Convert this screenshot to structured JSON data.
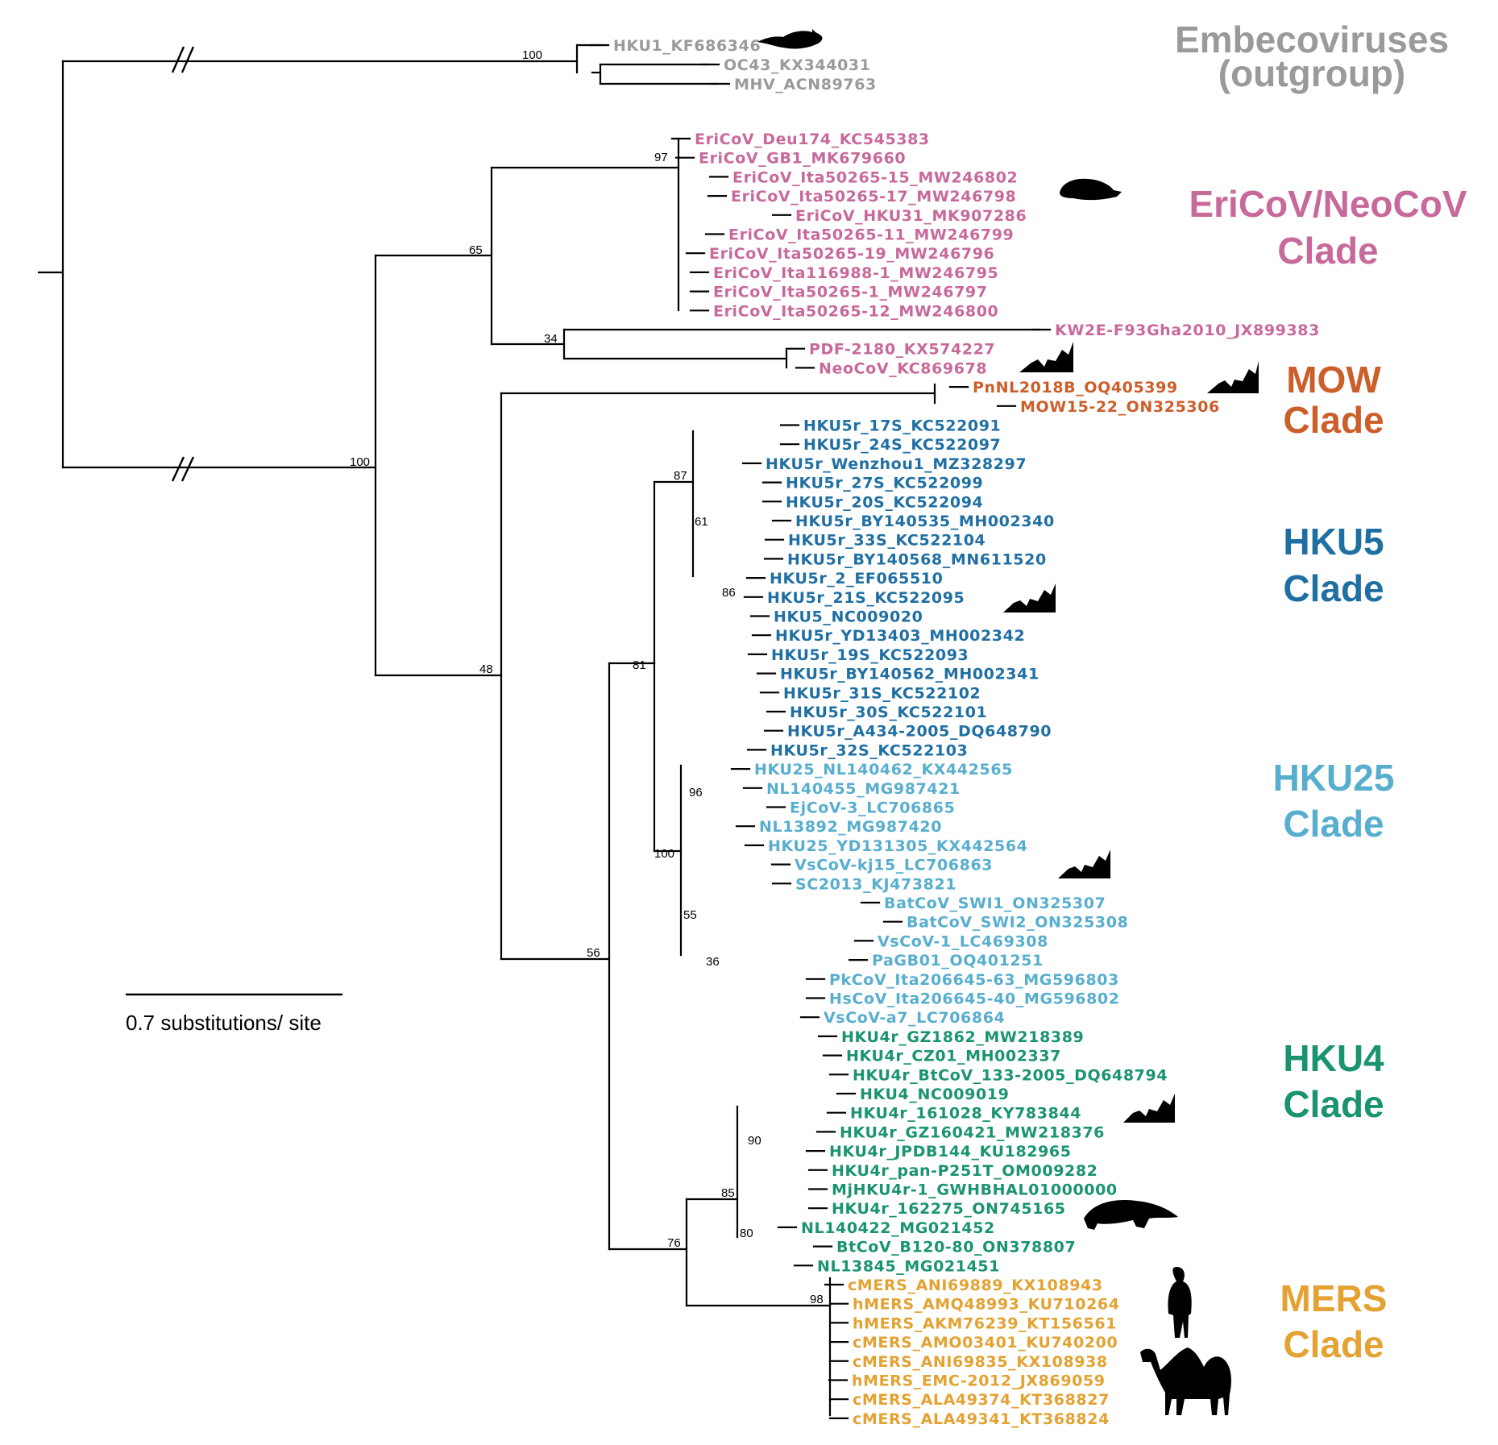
{
  "colors": {
    "outgroup": "#9a9a9a",
    "ericov": "#c8699c",
    "mow": "#cc5e2a",
    "hku5": "#1f6fa3",
    "hku25": "#58aece",
    "hku4": "#1a9470",
    "mers": "#e3a232",
    "branch": "#000000"
  },
  "clade_labels": {
    "outgroup": [
      "Embecoviruses",
      "(outgroup)"
    ],
    "ericov": [
      "EriCoV/NeoCoV",
      "Clade"
    ],
    "mow": [
      "MOW",
      "Clade"
    ],
    "hku5": [
      "HKU5",
      "Clade"
    ],
    "hku25": [
      "HKU25",
      "Clade"
    ],
    "hku4": [
      "HKU4",
      "Clade"
    ],
    "mers": [
      "MERS",
      "Clade"
    ]
  },
  "scale_bar": {
    "label": "0.7 substitutions/ site"
  },
  "tips": {
    "outgroup": [
      "HKU1_KF686346",
      "OC43_KX344031",
      "MHV_ACN89763"
    ],
    "ericov": [
      "EriCoV_Deu174_KC545383",
      "EriCoV_GB1_MK679660",
      "EriCoV_Ita50265-15_MW246802",
      "EriCoV_Ita50265-17_MW246798",
      "EriCoV_HKU31_MK907286",
      "EriCoV_Ita50265-11_MW246799",
      "EriCoV_Ita50265-19_MW246796",
      "EriCoV_Ita116988-1_MW246795",
      "EriCoV_Ita50265-1_MW246797",
      "EriCoV_Ita50265-12_MW246800",
      "KW2E-F93Gha2010_JX899383",
      "PDF-2180_KX574227",
      "NeoCoV_KC869678"
    ],
    "mow": [
      "PnNL2018B_OQ405399",
      "MOW15-22_ON325306"
    ],
    "hku5": [
      "HKU5r_17S_KC522091",
      "HKU5r_24S_KC522097",
      "HKU5r_Wenzhou1_MZ328297",
      "HKU5r_27S_KC522099",
      "HKU5r_20S_KC522094",
      "HKU5r_BY140535_MH002340",
      "HKU5r_33S_KC522104",
      "HKU5r_BY140568_MN611520",
      "HKU5r_2_EF065510",
      "HKU5r_21S_KC522095",
      "HKU5_NC009020",
      "HKU5r_YD13403_MH002342",
      "HKU5r_19S_KC522093",
      "HKU5r_BY140562_MH002341",
      "HKU5r_31S_KC522102",
      "HKU5r_30S_KC522101",
      "HKU5r_A434-2005_DQ648790",
      "HKU5r_32S_KC522103"
    ],
    "hku25": [
      "HKU25_NL140462_KX442565",
      "NL140455_MG987421",
      "EjCoV-3_LC706865",
      "NL13892_MG987420",
      "HKU25_YD131305_KX442564",
      "VsCoV-kj15_LC706863",
      "SC2013_KJ473821",
      "BatCoV_SWI1_ON325307",
      "BatCoV_SWI2_ON325308",
      "VsCoV-1_LC469308",
      "PaGB01_OQ401251",
      "PkCoV_Ita206645-63_MG596803",
      "HsCoV_Ita206645-40_MG596802",
      "VsCoV-a7_LC706864"
    ],
    "hku4": [
      "HKU4r_GZ1862_MW218389",
      "HKU4r_CZ01_MH002337",
      "HKU4r_BtCoV_133-2005_DQ648794",
      "HKU4_NC009019",
      "HKU4r_161028_KY783844",
      "HKU4r_GZ160421_MW218376",
      "HKU4r_JPDB144_KU182965",
      "HKU4r_pan-P251T_OM009282",
      "MjHKU4r-1_GWHBHAL01000000",
      "HKU4r_162275_ON745165",
      "NL140422_MG021452",
      "BtCoV_B120-80_ON378807",
      "NL13845_MG021451"
    ],
    "mers": [
      "cMERS_ANI69889_KX108943",
      "hMERS_AMQ48993_KU710264",
      "hMERS_AKM76239_KT156561",
      "cMERS_AMO03401_KU740200",
      "cMERS_ANI69835_KX108938",
      "hMERS_EMC-2012_JX869059",
      "cMERS_ALA49374_KT368827",
      "cMERS_ALA49341_KT368824"
    ]
  },
  "support": {
    "outgroup": "100",
    "ericov_core": "97",
    "ericov": "65",
    "neocov": "34",
    "root_ingroup": "100",
    "ingroup_48": "48",
    "merbeco_56": "56",
    "hku5_87": "87",
    "hku5_61": "61",
    "hku5_86": "86",
    "hku5_hku25_81": "81",
    "hku25_100": "100",
    "hku25_96": "96",
    "hku25_55": "55",
    "hku25_36": "36",
    "mers_hku4_76": "76",
    "hku4_85": "85",
    "hku4_90": "90",
    "hku4_80": "80",
    "mers_98": "98"
  },
  "icons": [
    "mouse-icon",
    "hedgehog-icon",
    "bat-icon",
    "pangolin-icon",
    "human-icon",
    "camel-icon"
  ]
}
